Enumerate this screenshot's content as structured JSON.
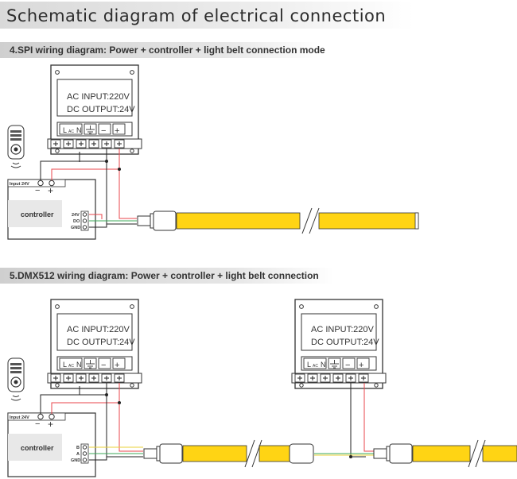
{
  "title": "Schematic diagram of electrical connection",
  "sections": [
    {
      "heading": "4.SPI wiring diagram: Power + controller + light belt connection mode"
    },
    {
      "heading": "5.DMX512 wiring diagram: Power + controller + light belt connection"
    }
  ],
  "power_supply": {
    "ac_input": "AC INPUT:220V",
    "dc_output": "DC OUTPUT:24V",
    "terminal_l": "L",
    "terminal_ac": "AC",
    "terminal_n": "N",
    "terminal_minus": "−",
    "terminal_plus": "+"
  },
  "controller": {
    "label": "controller",
    "input_label": "Input 24V",
    "minus": "−",
    "plus": "+"
  },
  "spi_pins": [
    "24V",
    "DO",
    "GND"
  ],
  "dmx_pins": [
    "B",
    "A",
    "GND"
  ],
  "wire_colors": {
    "positive": "#e8454b",
    "negative": "#222222",
    "data": "#3caa5a",
    "data2": "#e8d13a"
  },
  "strip_color": "#ffd414"
}
